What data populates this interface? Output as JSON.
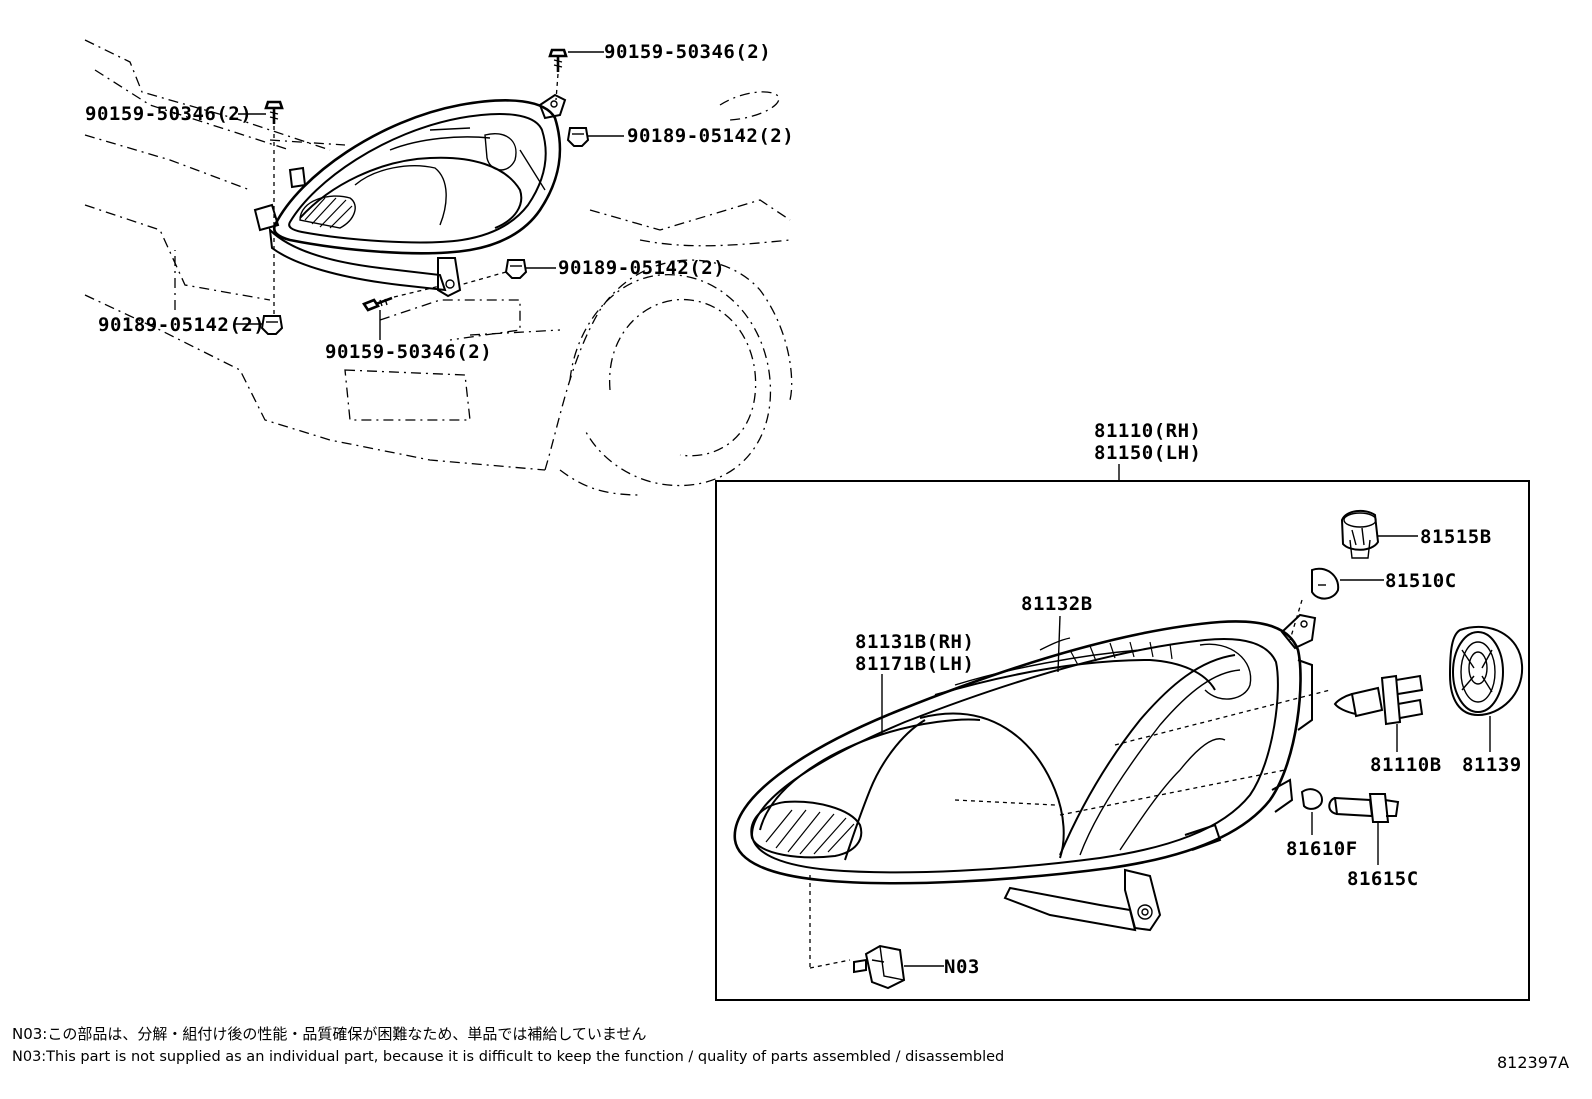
{
  "parts": {
    "top_bolt": "90159-50346(2)",
    "left_bolt": "90159-50346(2)",
    "top_clip": "90189-05142(2)",
    "mid_clip": "90189-05142(2)",
    "left_clip": "90189-05142(2)",
    "bottom_bolt": "90159-50346(2)",
    "assembly_rh": "81110(RH)",
    "assembly_lh": "81150(LH)",
    "socket": "81515B",
    "small_bulb": "81510C",
    "housing": "81132B",
    "lens_rh": "81131B(RH)",
    "lens_lh": "81171B(LH)",
    "main_bulb": "81110B",
    "cover": "81139",
    "side_bulb": "81610F",
    "side_socket": "81615C",
    "adjuster": "N03"
  },
  "notes": {
    "japanese": "N03:この部品は、分解・組付け後の性能・品質確保が困難なため、単品では補給していません",
    "english": "N03:This part is not supplied as an individual part, because it is difficult to keep the function / quality of parts assembled / disassembled"
  },
  "illustration_id": "812397A"
}
